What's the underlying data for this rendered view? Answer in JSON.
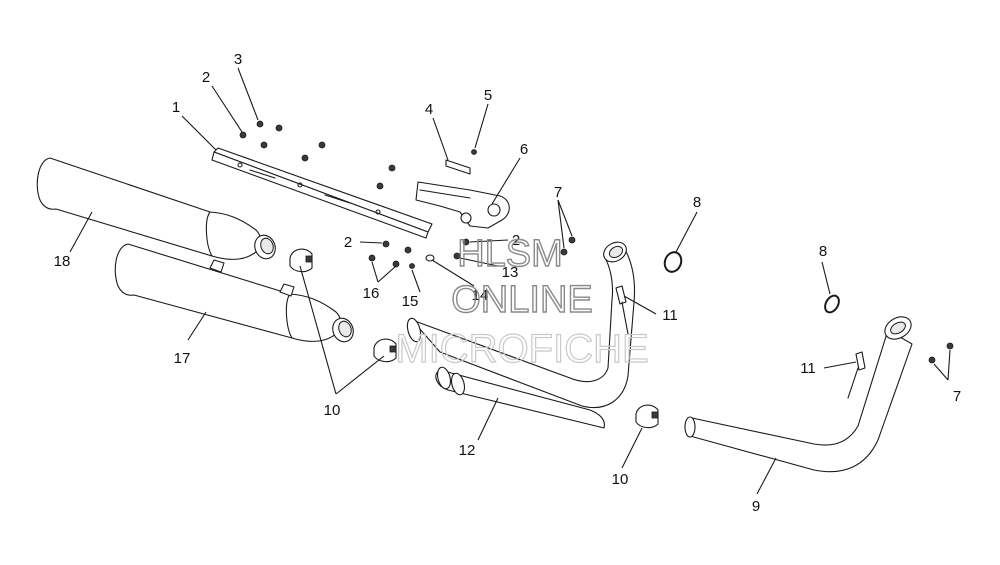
{
  "watermark": {
    "line1": "HLSM",
    "line2": "ONLINE",
    "line3": "MICROFICHE"
  },
  "callouts": {
    "c1": "1",
    "c2a": "2",
    "c2b": "2",
    "c2c": "2",
    "c3": "3",
    "c4": "4",
    "c5": "5",
    "c6": "6",
    "c7a": "7",
    "c7b": "7",
    "c8a": "8",
    "c8b": "8",
    "c9": "9",
    "c10a": "10",
    "c10b": "10",
    "c11a": "11",
    "c11b": "11",
    "c12": "12",
    "c13": "13",
    "c14": "14",
    "c15": "15",
    "c16": "16",
    "c17": "17",
    "c18": "18"
  }
}
